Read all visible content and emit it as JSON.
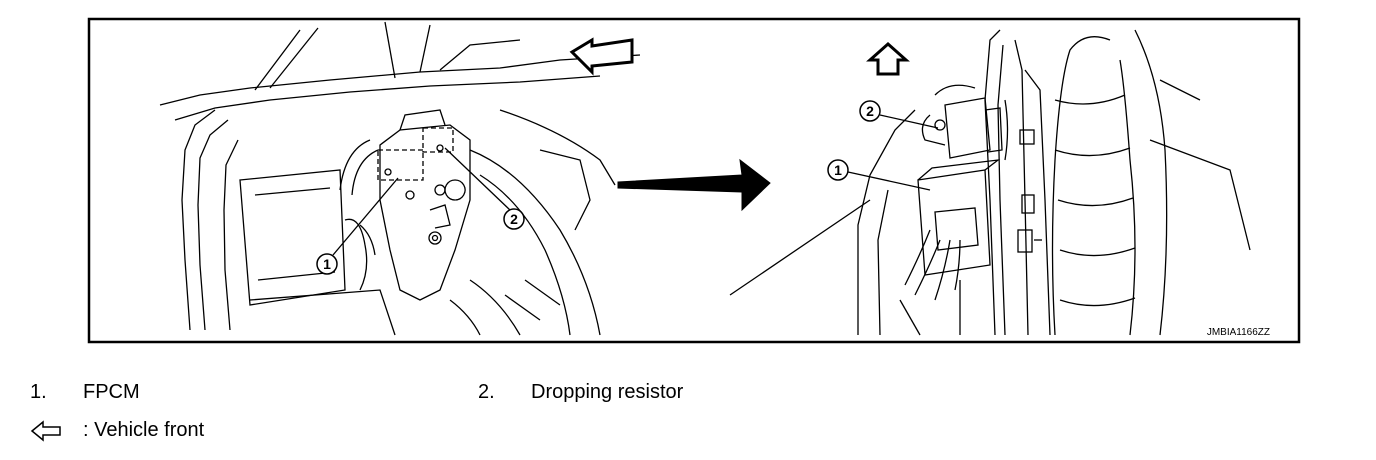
{
  "figure": {
    "reference_code": "JMBIA1166ZZ",
    "callouts": {
      "left_1": "1",
      "left_2": "2",
      "right_1": "1",
      "right_2": "2"
    }
  },
  "legend": {
    "items": [
      {
        "number": "1.",
        "label": "FPCM"
      },
      {
        "number": "2.",
        "label": "Dropping resistor"
      }
    ],
    "direction": {
      "icon": "arrow-left-outline-icon",
      "label": ": Vehicle front"
    }
  },
  "colors": {
    "line": "#000000",
    "background": "#ffffff"
  }
}
